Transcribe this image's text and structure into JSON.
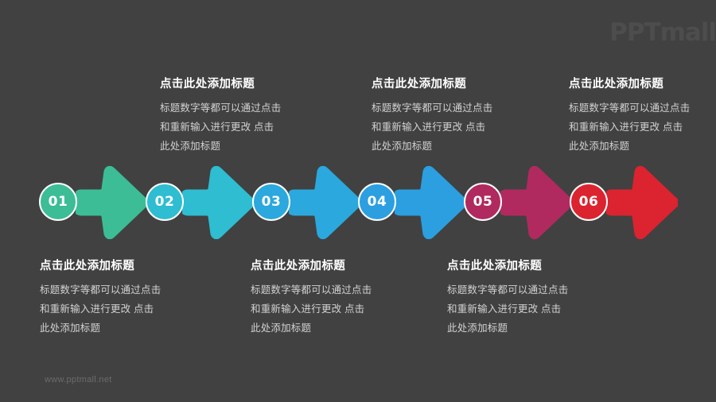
{
  "brand": {
    "logo": "PPTmall",
    "footer": "www.pptmall.net"
  },
  "background_color": "#414141",
  "steps": [
    {
      "number": "01",
      "color": "#3cbd96",
      "position": "bottom"
    },
    {
      "number": "02",
      "color": "#2ebdd1",
      "position": "top"
    },
    {
      "number": "03",
      "color": "#2ba8dd",
      "position": "bottom"
    },
    {
      "number": "04",
      "color": "#2b9fe0",
      "position": "top"
    },
    {
      "number": "05",
      "color": "#b02a5f",
      "position": "bottom"
    },
    {
      "number": "06",
      "color": "#dc2330",
      "position": "top"
    }
  ],
  "text_blocks": {
    "top": [
      {
        "title": "点击此处添加标题",
        "lines": [
          "标题数字等都可以通过点击",
          "和重新输入进行更改 点击",
          "此处添加标题"
        ]
      },
      {
        "title": "点击此处添加标题",
        "lines": [
          "标题数字等都可以通过点击",
          "和重新输入进行更改 点击",
          "此处添加标题"
        ]
      },
      {
        "title": "点击此处添加标题",
        "lines": [
          "标题数字等都可以通过点击",
          "和重新输入进行更改 点击",
          "此处添加标题"
        ]
      }
    ],
    "bottom": [
      {
        "title": "点击此处添加标题",
        "lines": [
          "标题数字等都可以通过点击",
          "和重新输入进行更改 点击",
          "此处添加标题"
        ]
      },
      {
        "title": "点击此处添加标题",
        "lines": [
          "标题数字等都可以通过点击",
          "和重新输入进行更改 点击",
          "此处添加标题"
        ]
      },
      {
        "title": "点击此处添加标题",
        "lines": [
          "标题数字等都可以通过点击",
          "和重新输入进行更改 点击",
          "此处添加标题"
        ]
      }
    ]
  }
}
